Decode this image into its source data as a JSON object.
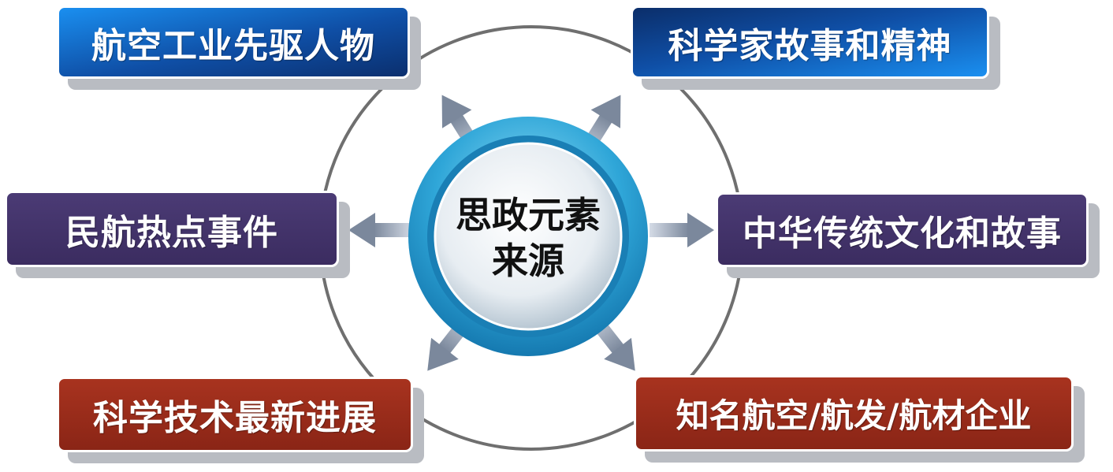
{
  "center": {
    "line1": "思政元素",
    "line2": "来源"
  },
  "nodes": {
    "top_left": "航空工业先驱人物",
    "top_right": "科学家故事和精神",
    "mid_left": "民航热点事件",
    "mid_right": "中华传统文化和故事",
    "bottom_left": "科学技术最新进展",
    "bottom_right": "知名航空/航发/航材企业"
  },
  "colors": {
    "blue_dark": "#0f4fa6",
    "blue_light": "#1a8ff0",
    "purple": "#3f2f66",
    "red": "#962b1a",
    "ring": "#6f6f6f",
    "arrow": "#8a97ab",
    "center_ring": "#2fa6d8"
  }
}
